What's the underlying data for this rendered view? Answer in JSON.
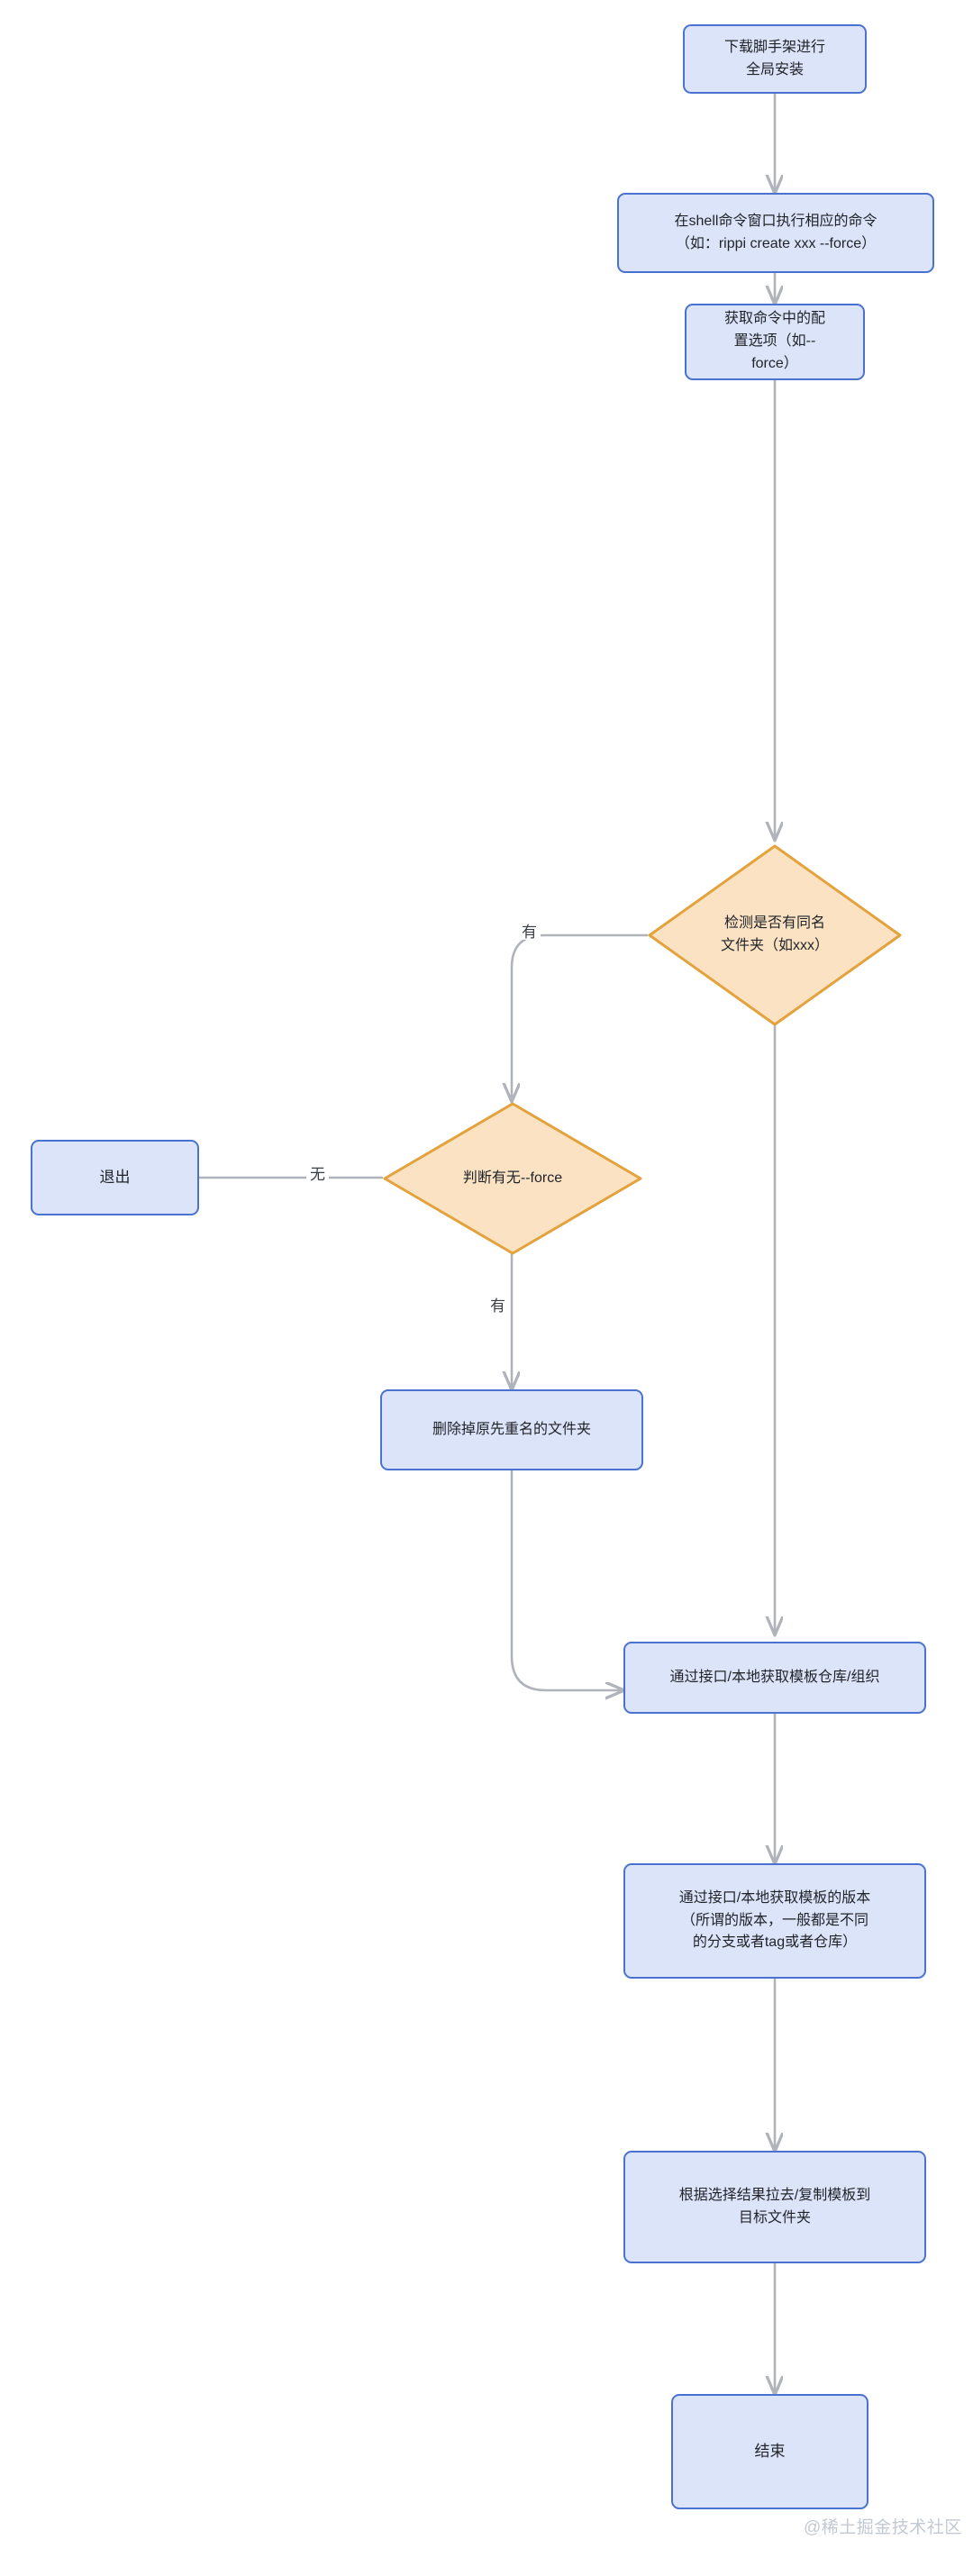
{
  "diagram": {
    "type": "flowchart",
    "title": "",
    "colors": {
      "process_fill": "#dce4fa",
      "process_border": "#4a72d0",
      "decision_fill": "#fbe2c3",
      "decision_border": "#e3a23c",
      "edge": "#b0b4ba",
      "text": "#1f2328"
    },
    "nodes": [
      {
        "id": "n1",
        "shape": "process",
        "label": "下载脚手架进行\n全局安装"
      },
      {
        "id": "n2",
        "shape": "process",
        "label": "在shell命令窗口执行相应的命令\n（如：rippi create xxx --force）"
      },
      {
        "id": "n3",
        "shape": "process",
        "label": "获取命令中的配\n置选项（如--\nforce）"
      },
      {
        "id": "d1",
        "shape": "decision",
        "label": "检测是否有同名\n文件夹（如xxx）"
      },
      {
        "id": "d2",
        "shape": "decision",
        "label": "判断有无--force"
      },
      {
        "id": "n4",
        "shape": "process",
        "label": "退出"
      },
      {
        "id": "n5",
        "shape": "process",
        "label": "删除掉原先重名的文件夹"
      },
      {
        "id": "n6",
        "shape": "process",
        "label": "通过接口/本地获取模板仓库/组织"
      },
      {
        "id": "n7",
        "shape": "process",
        "label": "通过接口/本地获取模板的版本\n（所谓的版本，一般都是不同\n的分支或者tag或者仓库）"
      },
      {
        "id": "n8",
        "shape": "process",
        "label": "根据选择结果拉去/复制模板到\n目标文件夹"
      },
      {
        "id": "n9",
        "shape": "process",
        "label": "结束"
      }
    ],
    "edges": [
      {
        "from": "n1",
        "to": "n2",
        "label": ""
      },
      {
        "from": "n2",
        "to": "n3",
        "label": ""
      },
      {
        "from": "n3",
        "to": "d1",
        "label": ""
      },
      {
        "from": "d1",
        "to": "d2",
        "label": "有"
      },
      {
        "from": "d1",
        "to": "n6",
        "label": ""
      },
      {
        "from": "d2",
        "to": "n4",
        "label": "无"
      },
      {
        "from": "d2",
        "to": "n5",
        "label": "有"
      },
      {
        "from": "n5",
        "to": "n6",
        "label": ""
      },
      {
        "from": "n6",
        "to": "n7",
        "label": ""
      },
      {
        "from": "n7",
        "to": "n8",
        "label": ""
      },
      {
        "from": "n8",
        "to": "n9",
        "label": ""
      }
    ],
    "edge_labels": {
      "has_same_name": "有",
      "no_force": "无",
      "has_force": "有"
    }
  },
  "watermark": {
    "text": "@稀土掘金技术社区"
  }
}
